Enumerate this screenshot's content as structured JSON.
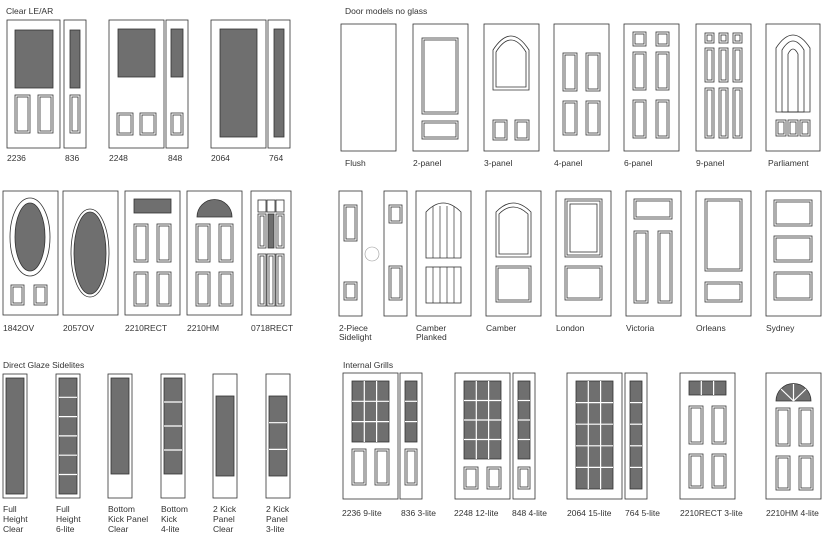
{
  "sections": {
    "clear_le_ar": "Clear LE/AR",
    "no_glass": "Door models no glass",
    "direct_glaze": "Direct Glaze Sidelites",
    "internal_grills": "Internal Grills"
  },
  "labels": {
    "c2236": "2236",
    "c836": "836",
    "c2248": "2248",
    "c848": "848",
    "c2064": "2064",
    "c764": "764",
    "flush": "Flush",
    "p2": "2-panel",
    "p3": "3-panel",
    "p4": "4-panel",
    "p6": "6-panel",
    "p9": "9-panel",
    "parliament": "Parliament",
    "c1842": "1842OV",
    "c2057": "2057OV",
    "c2210rect": "2210RECT",
    "c2210hm": "2210HM",
    "c0718": "0718RECT",
    "sidelight_l1": "2-Piece",
    "sidelight_l2": "Sidelight",
    "camber_pl_l1": "Camber",
    "camber_pl_l2": "Planked",
    "camber": "Camber",
    "london": "London",
    "victoria": "Victoria",
    "orleans": "Orleans",
    "sydney": "Sydney",
    "dg1_l1": "Full",
    "dg1_l2": "Height",
    "dg1_l3": "Clear",
    "dg2_l1": "Full",
    "dg2_l2": "Height",
    "dg2_l3": "6-lite",
    "dg3_l1": "Bottom",
    "dg3_l2": "Kick Panel",
    "dg3_l3": "Clear",
    "dg4_l1": "Bottom",
    "dg4_l2": "Kick",
    "dg4_l3": "4-lite",
    "dg5_l1": "2 Kick",
    "dg5_l2": "Panel",
    "dg5_l3": "Clear",
    "dg6_l1": "2 Kick",
    "dg6_l2": "Panel",
    "dg6_l3": "3-lite",
    "ig1": "2236 9-lite",
    "ig2": "836 3-lite",
    "ig3": "2248 12-lite",
    "ig4": "848 4-lite",
    "ig5": "2064 15-lite",
    "ig6": "764 5-lite",
    "ig7": "2210RECT 3-lite",
    "ig8": "2210HM 4-lite"
  },
  "colors": {
    "glass": "#6f6f6f",
    "line": "#333333",
    "background": "#ffffff"
  }
}
